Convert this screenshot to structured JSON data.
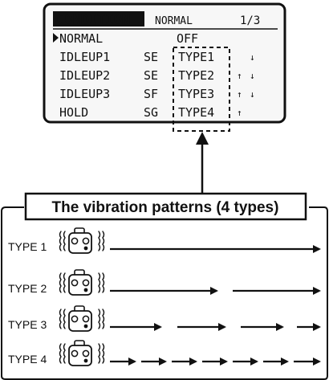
{
  "screen": {
    "title": "CONDITION",
    "mode": "NORMAL",
    "page": "1/3",
    "rows": [
      {
        "name": "NORMAL",
        "switch": "",
        "value": "OFF",
        "arrow_up": false,
        "arrow_down": false,
        "selected": true
      },
      {
        "name": "IDLEUP1",
        "switch": "SE",
        "value": "TYPE1",
        "arrow_up": false,
        "arrow_down": true,
        "selected": false
      },
      {
        "name": "IDLEUP2",
        "switch": "SE",
        "value": "TYPE2",
        "arrow_up": true,
        "arrow_down": true,
        "selected": false
      },
      {
        "name": "IDLEUP3",
        "switch": "SF",
        "value": "TYPE3",
        "arrow_up": true,
        "arrow_down": true,
        "selected": false
      },
      {
        "name": "HOLD",
        "switch": "SG",
        "value": "TYPE4",
        "arrow_up": true,
        "arrow_down": false,
        "selected": false
      }
    ]
  },
  "patterns": {
    "title": "The vibration patterns (4 types)",
    "types": [
      {
        "label": "TYPE 1",
        "pattern": "continuous"
      },
      {
        "label": "TYPE 2",
        "pattern": "long-pulses"
      },
      {
        "label": "TYPE 3",
        "pattern": "medium-pulses"
      },
      {
        "label": "TYPE 4",
        "pattern": "short-pulses"
      }
    ]
  },
  "colors": {
    "ink": "#111111",
    "lcd_background": "#f7f7f7",
    "panel_background": "#ffffff"
  },
  "icons": {
    "transmitter": "transmitter-icon",
    "vibration": "vibration-waves-icon",
    "cursor": "selection-cursor-icon"
  }
}
